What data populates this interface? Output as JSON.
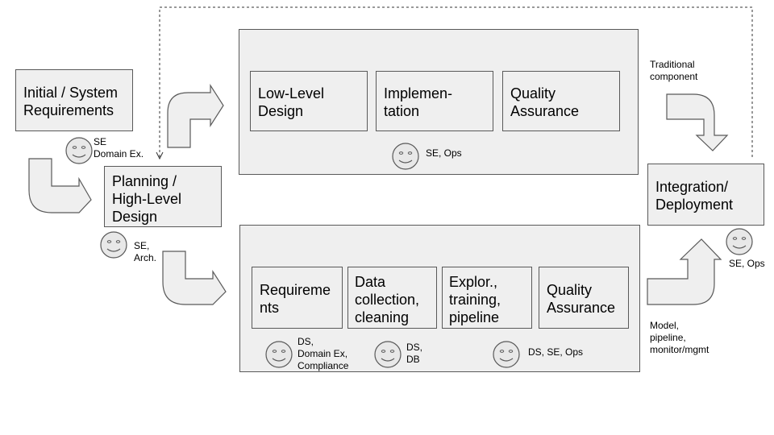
{
  "boxes": {
    "initial_requirements": "Initial / System\nRequirements",
    "planning": "Planning /\nHigh-Level\nDesign",
    "low_level_design": "Low-Level\nDesign",
    "implementation": "Implemen-\ntation",
    "quality_assurance_top": "Quality\nAssurance",
    "requirements_ml": "Requireme\nnts",
    "data_collection": "Data\ncollection,\ncleaning",
    "exploration": "Explor.,\ntraining,\npipeline",
    "quality_assurance_bottom": "Quality\nAssurance",
    "integration": "Integration/\nDeployment"
  },
  "roles": {
    "initial": "SE\nDomain Ex.",
    "planning": "SE,\nArch.",
    "top_lane": "SE, Ops",
    "requirements": "DS,\nDomain Ex,\nCompliance",
    "data": "DS,\nDB",
    "bottom_lane": "DS, SE, Ops",
    "integration": "SE, Ops"
  },
  "notes": {
    "traditional": "Traditional\ncomponent",
    "model": "Model,\npipeline,\nmonitor/mgmt"
  },
  "icons": [
    "smiley-face-icon",
    "arrow-bend-icon",
    "dashed-feedback-arrow"
  ],
  "colors": {
    "box_fill": "#efefef",
    "border": "#595959",
    "face_fill": "#e8e8e8"
  }
}
